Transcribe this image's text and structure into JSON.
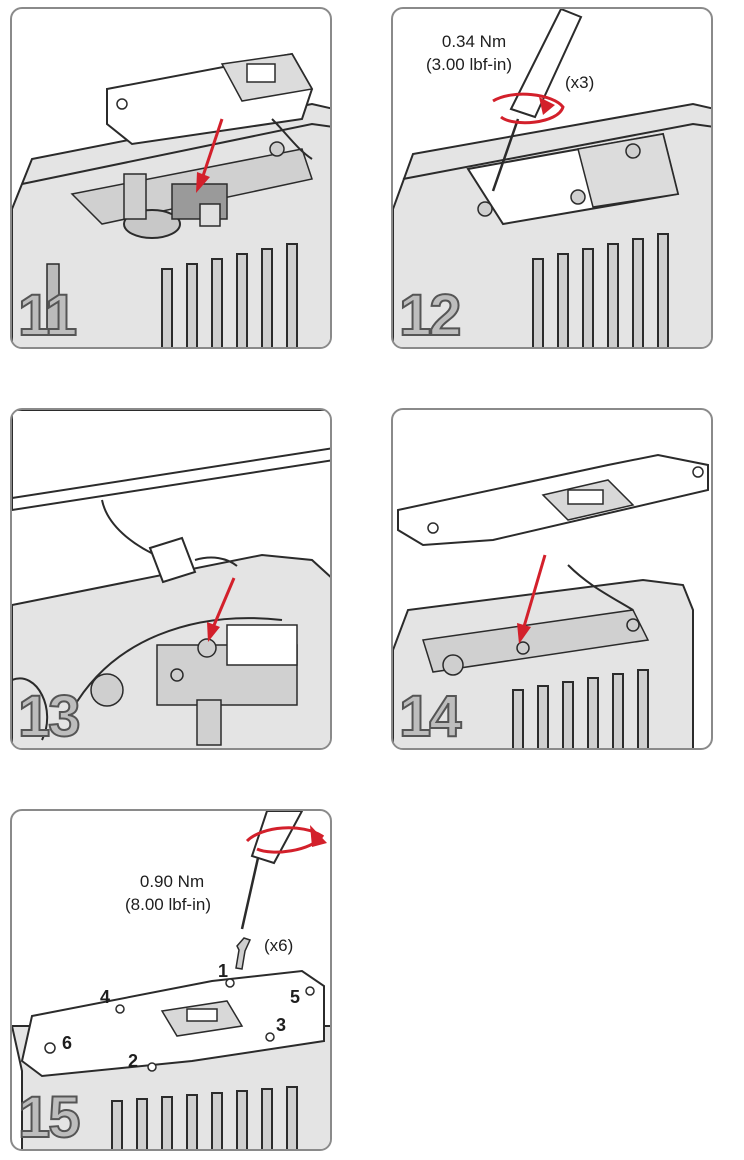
{
  "panels": [
    {
      "step": "11"
    },
    {
      "step": "12",
      "torque": "0.34 Nm",
      "torque_imperial": "(3.00 lbf-in)",
      "qty": "(x3)"
    },
    {
      "step": "13"
    },
    {
      "step": "14"
    },
    {
      "step": "15",
      "torque": "0.90 Nm",
      "torque_imperial": "(8.00 lbf-in)",
      "qty": "(x6)",
      "screw_order": [
        "1",
        "2",
        "3",
        "4",
        "5",
        "6"
      ]
    }
  ],
  "colors": {
    "arrow": "#d3202b",
    "line": "#2b2b2b",
    "metal": "#d9d9d9",
    "step_fill": "#bdbdbd"
  }
}
